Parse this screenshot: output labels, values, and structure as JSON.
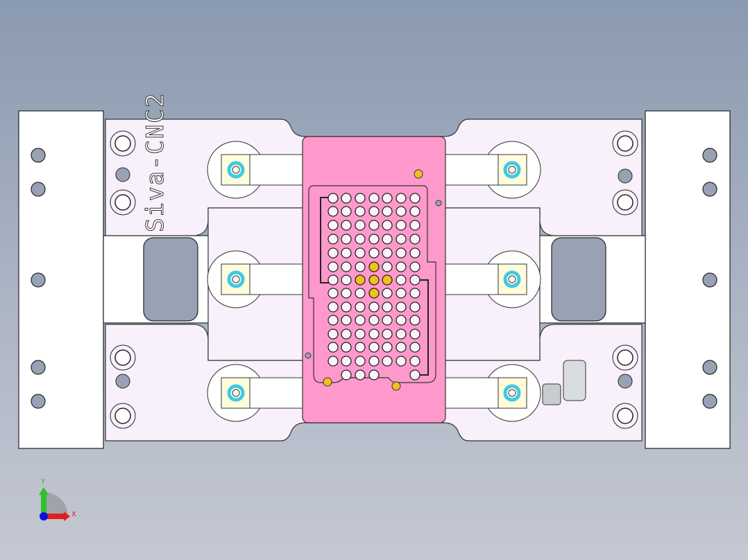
{
  "part": {
    "engraving": "Siva-CNC2",
    "colors": {
      "background_top": "#8a9ab0",
      "background_bottom": "#c4c8d2",
      "base_plate": "#ffffff",
      "clamp_plate": "#f8f0fa",
      "nest": "#ff99cc",
      "bolt": "#40c8e8",
      "clamp_pad": "#fffcdc",
      "pin": "#f0c020"
    }
  },
  "triad": {
    "x_label": "X",
    "y_label": "Y"
  }
}
